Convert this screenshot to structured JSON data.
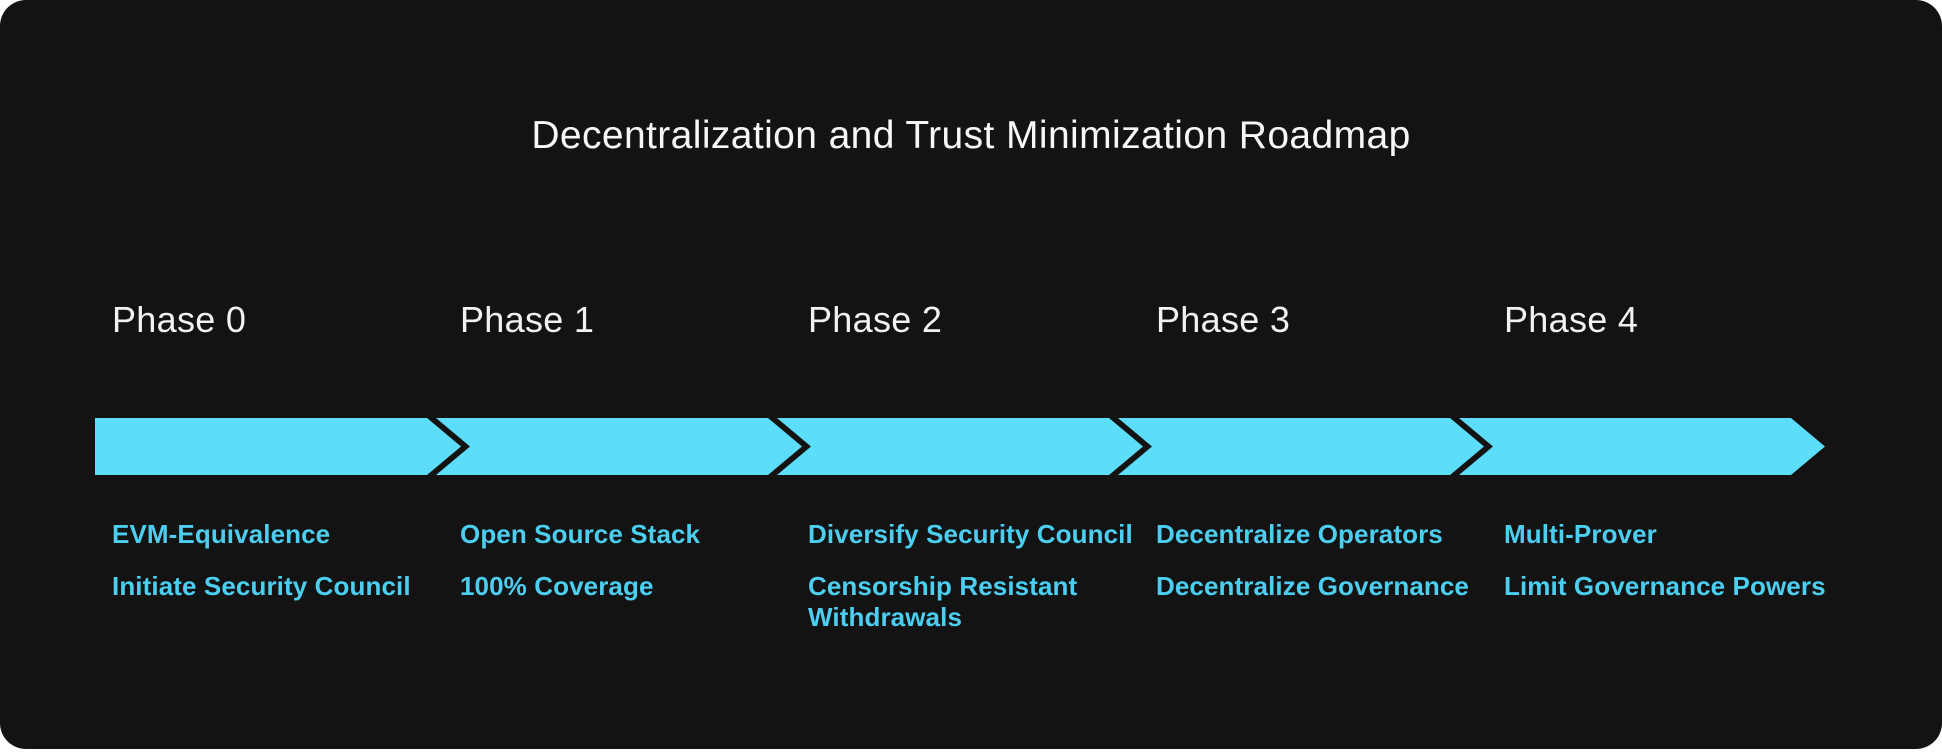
{
  "title": "Decentralization and Trust Minimization Roadmap",
  "theme": {
    "page_bg": "#ffffff",
    "card_bg": "#131313",
    "arrow_color": "#5cdefa",
    "item_text_color": "#4ccef0",
    "title_color": "#f7f7f7",
    "phase_label_color": "#f2f2f2"
  },
  "phases": [
    {
      "label": "Phase 0",
      "items": [
        "EVM-Equivalence",
        "Initiate Security Council"
      ]
    },
    {
      "label": "Phase 1",
      "items": [
        "Open Source Stack",
        "100% Coverage"
      ]
    },
    {
      "label": "Phase 2",
      "items": [
        "Diversify Security Council",
        "Censorship Resistant\nWithdrawals"
      ]
    },
    {
      "label": "Phase 3",
      "items": [
        "Decentralize Operators",
        "Decentralize Governance"
      ]
    },
    {
      "label": "Phase 4",
      "items": [
        "Multi-Prover",
        "Limit Governance Powers"
      ]
    }
  ]
}
